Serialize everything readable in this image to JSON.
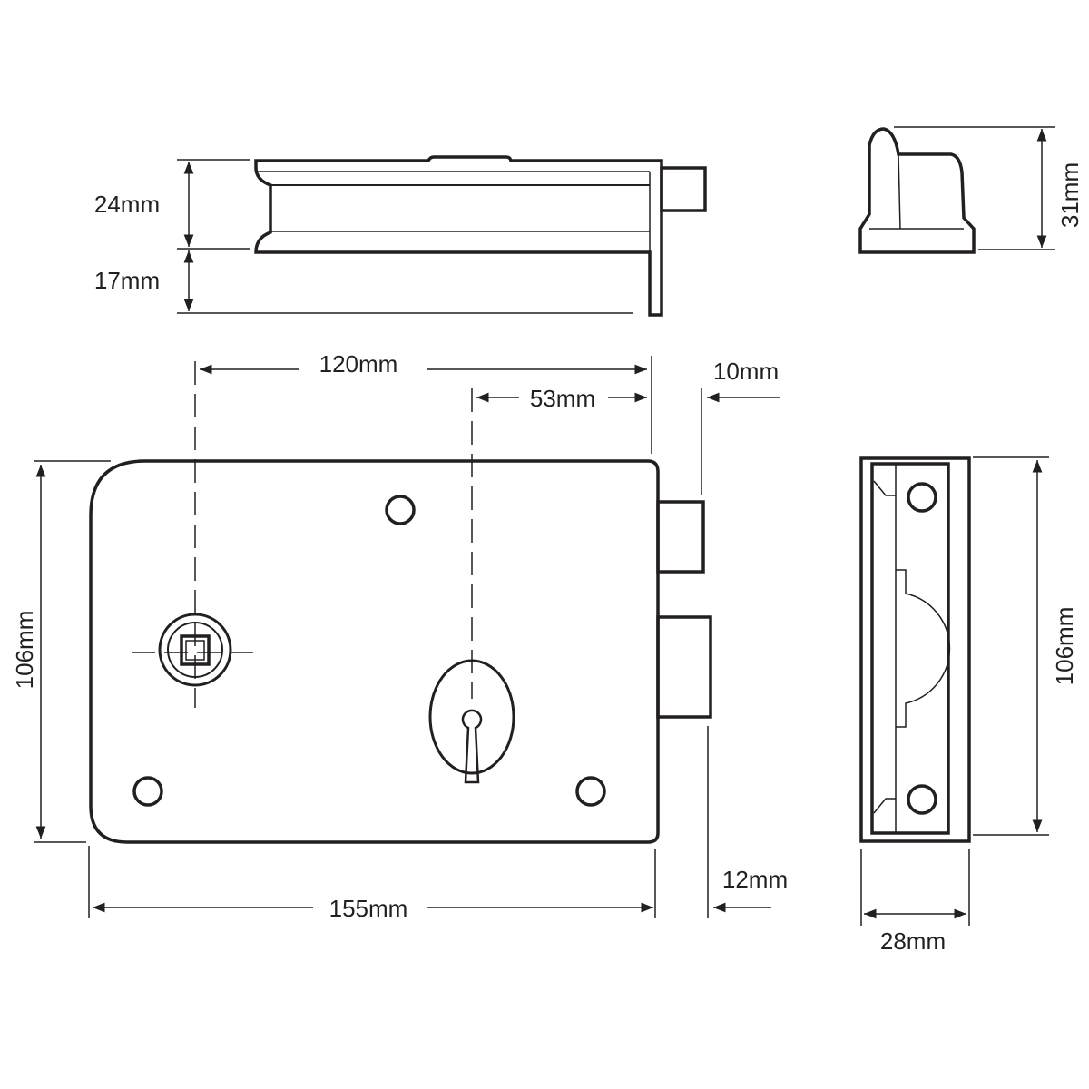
{
  "title": "Rim lock dimension drawing",
  "dimensions": {
    "top_height": "24mm",
    "top_leg": "17mm",
    "knob_height": "31mm",
    "spindle_to_edge": "120mm",
    "keyhole_to_edge": "53mm",
    "bolt_projection": "10mm",
    "latch_projection": "12mm",
    "case_width": "155mm",
    "case_height": "106mm",
    "forend_height": "106mm",
    "forend_width": "28mm"
  },
  "colors": {
    "line": "#231f20",
    "background": "#ffffff"
  }
}
